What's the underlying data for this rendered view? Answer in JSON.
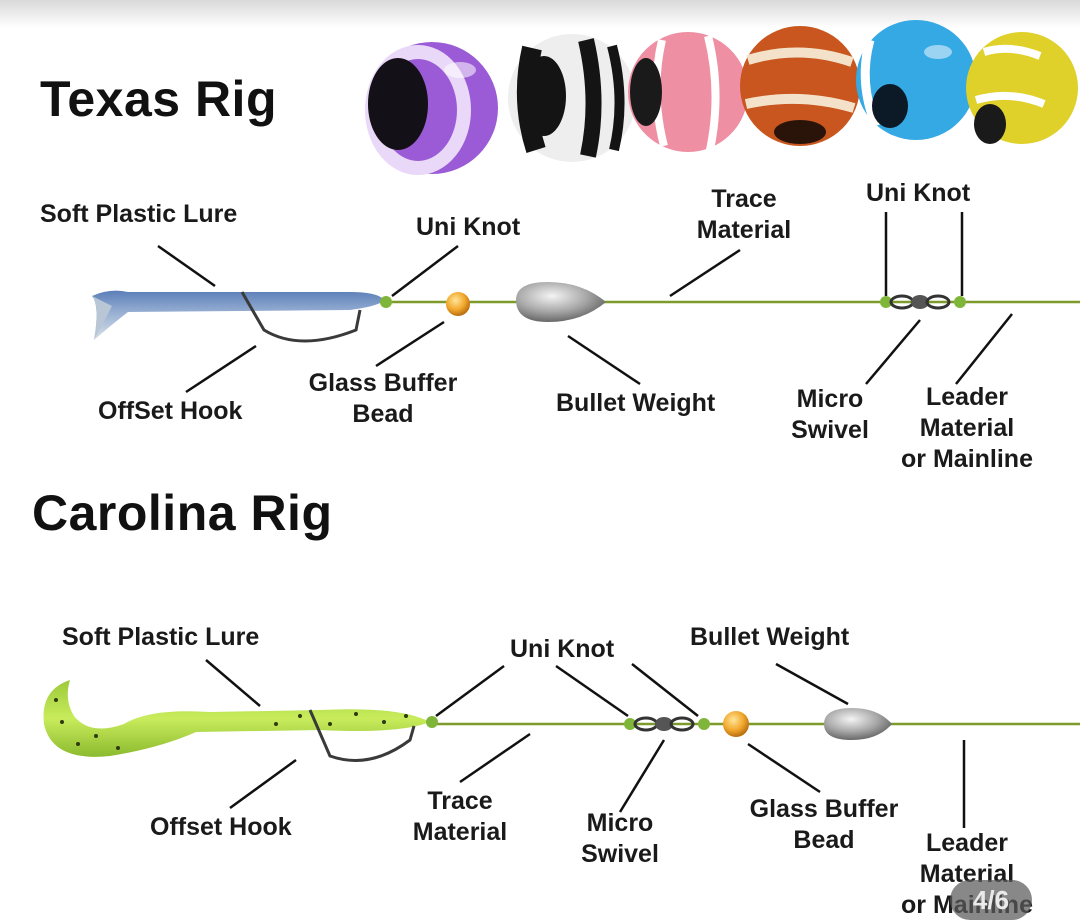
{
  "texas": {
    "title": "Texas Rig",
    "labels": {
      "soft_plastic_lure": "Soft Plastic Lure",
      "uni_knot": "Uni Knot",
      "trace_material": [
        "Trace",
        "Material"
      ],
      "uni_knot_2": "Uni Knot",
      "offset_hook": "OffSet Hook",
      "glass_buffer_bead": [
        "Glass Buffer",
        "Bead"
      ],
      "bullet_weight": "Bullet Weight",
      "micro_swivel": [
        "Micro",
        "Swivel"
      ],
      "leader_material": [
        "Leader",
        "Material",
        "or Mainline"
      ]
    }
  },
  "carolina": {
    "title": "Carolina Rig",
    "labels": {
      "soft_plastic_lure": "Soft Plastic Lure",
      "uni_knot": "Uni Knot",
      "bullet_weight": "Bullet Weight",
      "offset_hook": "Offset Hook",
      "trace_material": [
        "Trace",
        "Material"
      ],
      "micro_swivel": [
        "Micro",
        "Swivel"
      ],
      "glass_buffer_bead": [
        "Glass Buffer",
        "Bead"
      ],
      "leader_material": [
        "Leader",
        "Material",
        "or Mainline"
      ]
    }
  },
  "beads": {
    "colors": [
      "#9b5bd6",
      "#eeeeee",
      "#ef8fa4",
      "#c8561e",
      "#35a9e4",
      "#e0d02a"
    ]
  },
  "pager": "4/6",
  "colors": {
    "line": "#7d9a2a",
    "knot": "#7fb63a",
    "bead": "#f2a82c",
    "texas_lure": "#7f9cc6",
    "carolina_lure": "#b7e04a"
  }
}
